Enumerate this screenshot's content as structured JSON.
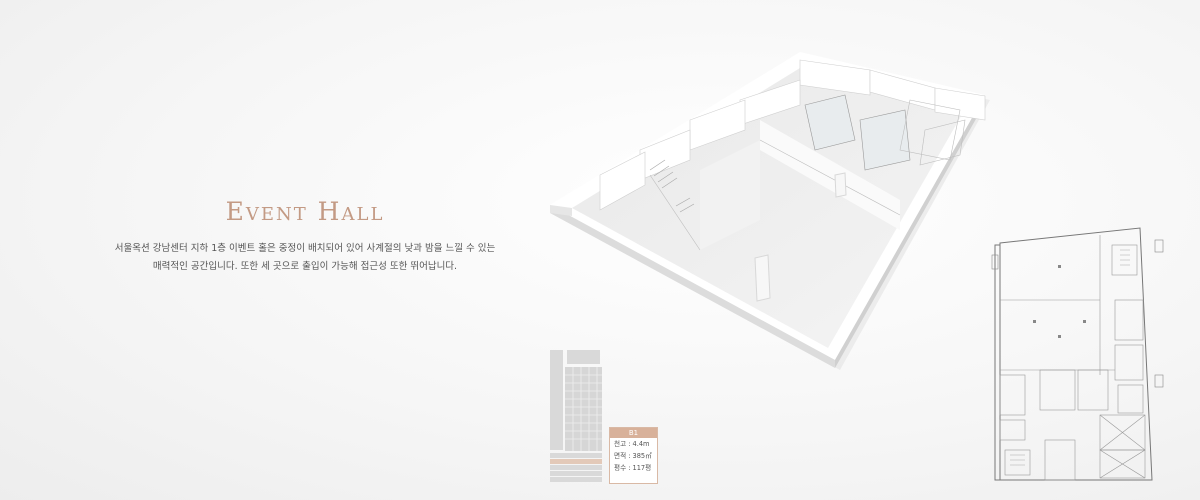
{
  "hero": {
    "title": "Event Hall",
    "desc_line1": "서울옥션 강남센터 지하 1층 이벤트 홀은 중정이 배치되어 있어 사계절의 낮과 밤을 느낄 수 있는",
    "desc_line2": "매력적인 공간입니다. 또한 세 곳으로 출입이 가능해 접근성 또한 뛰어납니다."
  },
  "floor_info": {
    "floor": "B1",
    "ceiling": "천고 : 4.4m",
    "area": "면적 : 385㎡",
    "pyeong": "평수 : 117평"
  },
  "colors": {
    "accent": "#c39a84",
    "badge": "#d8b19a",
    "highlight_floor": "#e3c9b8"
  }
}
